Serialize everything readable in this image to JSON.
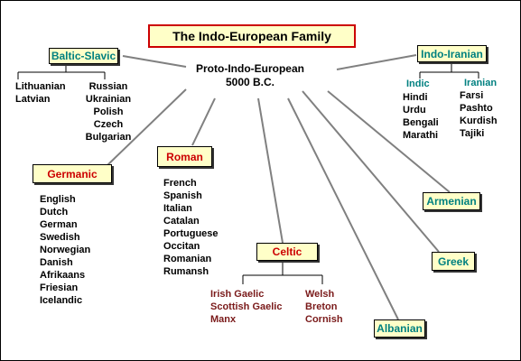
{
  "title": "The Indo-European Family",
  "root": {
    "line1": "Proto-Indo-European",
    "line2": "5000 B.C."
  },
  "colors": {
    "box_fill": "#ffffc8",
    "title_border": "#cc0000",
    "teal": "#008080",
    "red": "#cc0000",
    "maroon": "#7a1a1a"
  },
  "baltic_slavic": {
    "label": "Baltic-Slavic",
    "baltic": [
      "Lithuanian",
      "Latvian"
    ],
    "slavic": [
      "Russian",
      "Ukrainian",
      "Polish",
      "Czech",
      "Bulgarian"
    ]
  },
  "indo_iranian": {
    "label": "Indo-Iranian",
    "indic_label": "Indic",
    "indic": [
      "Hindi",
      "Urdu",
      "Bengali",
      "Marathi"
    ],
    "iranian_label": "Iranian",
    "iranian": [
      "Farsi",
      "Pashto",
      "Kurdish",
      "Tajiki"
    ]
  },
  "germanic": {
    "label": "Germanic",
    "languages": [
      "English",
      "Dutch",
      "German",
      "Swedish",
      "Norwegian",
      "Danish",
      "Afrikaans",
      "Friesian",
      "Icelandic"
    ]
  },
  "roman": {
    "label": "Roman",
    "languages": [
      "French",
      "Spanish",
      "Italian",
      "Catalan",
      "Portuguese",
      "Occitan",
      "Romanian",
      "Rumansh"
    ]
  },
  "celtic": {
    "label": "Celtic",
    "gaelic": [
      "Irish Gaelic",
      "Scottish Gaelic",
      "Manx"
    ],
    "brythonic": [
      "Welsh",
      "Breton",
      "Cornish"
    ]
  },
  "armenian": {
    "label": "Armenian"
  },
  "greek": {
    "label": "Greek"
  },
  "albanian": {
    "label": "Albanian"
  }
}
